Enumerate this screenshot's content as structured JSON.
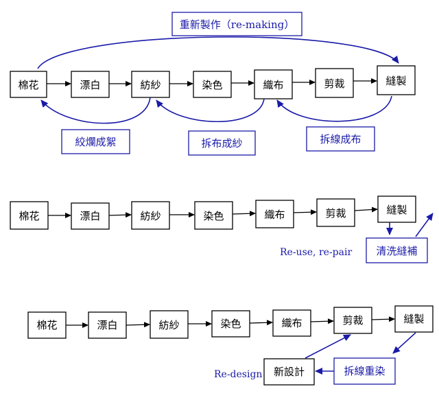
{
  "colors": {
    "black": "#000000",
    "blue": "#1a1aa8"
  },
  "steps": [
    "棉花",
    "漂白",
    "紡紗",
    "染色",
    "織布",
    "剪裁",
    "縫製"
  ],
  "diagram1": {
    "top_label": "重新製作（re-making）",
    "bottom_labels": [
      "絞爛成絮",
      "拆布成紗",
      "拆線成布"
    ]
  },
  "diagram2": {
    "blue_box": "清洗縫補",
    "caption": "Re-use, re-pair"
  },
  "diagram3": {
    "box_new_design": "新設計",
    "box_redye": "拆線重染",
    "caption": "Re-design"
  }
}
